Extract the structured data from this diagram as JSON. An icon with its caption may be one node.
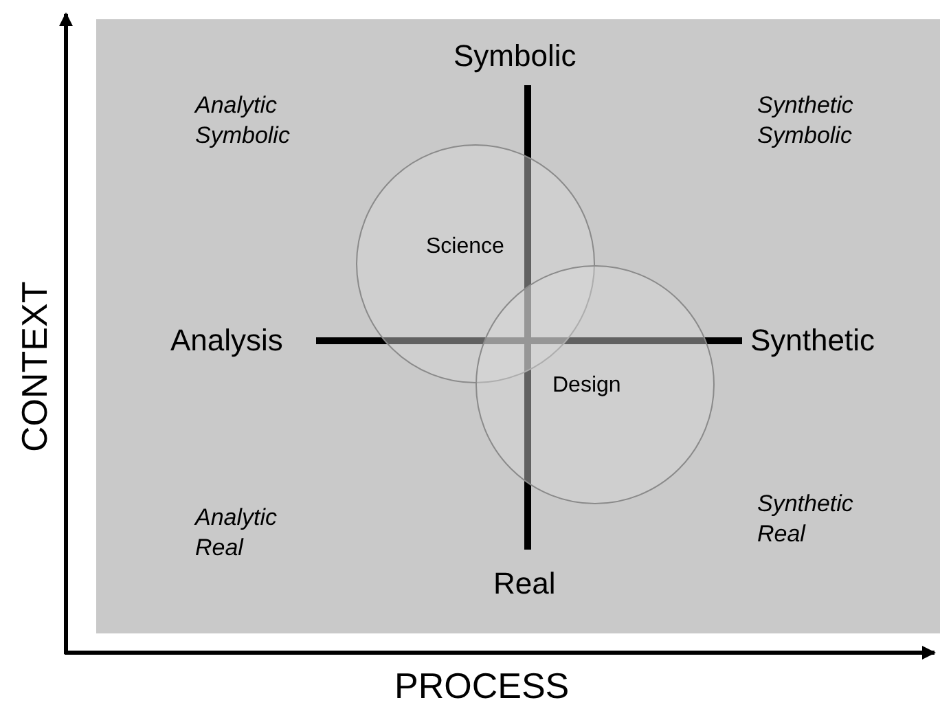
{
  "diagram": {
    "nodes": [
      {
        "text": [
          "Science"
        ]
      },
      {
        "text": [
          "Design"
        ]
      }
    ],
    "labels": [
      "Symbolic",
      "Analytic Symbolic",
      "Synthetic Symbolic",
      "Analysis",
      "Synthetic",
      "Analytic Real",
      "Synthetic Real",
      "Real",
      "CONTEXT",
      "PROCESS"
    ]
  }
}
